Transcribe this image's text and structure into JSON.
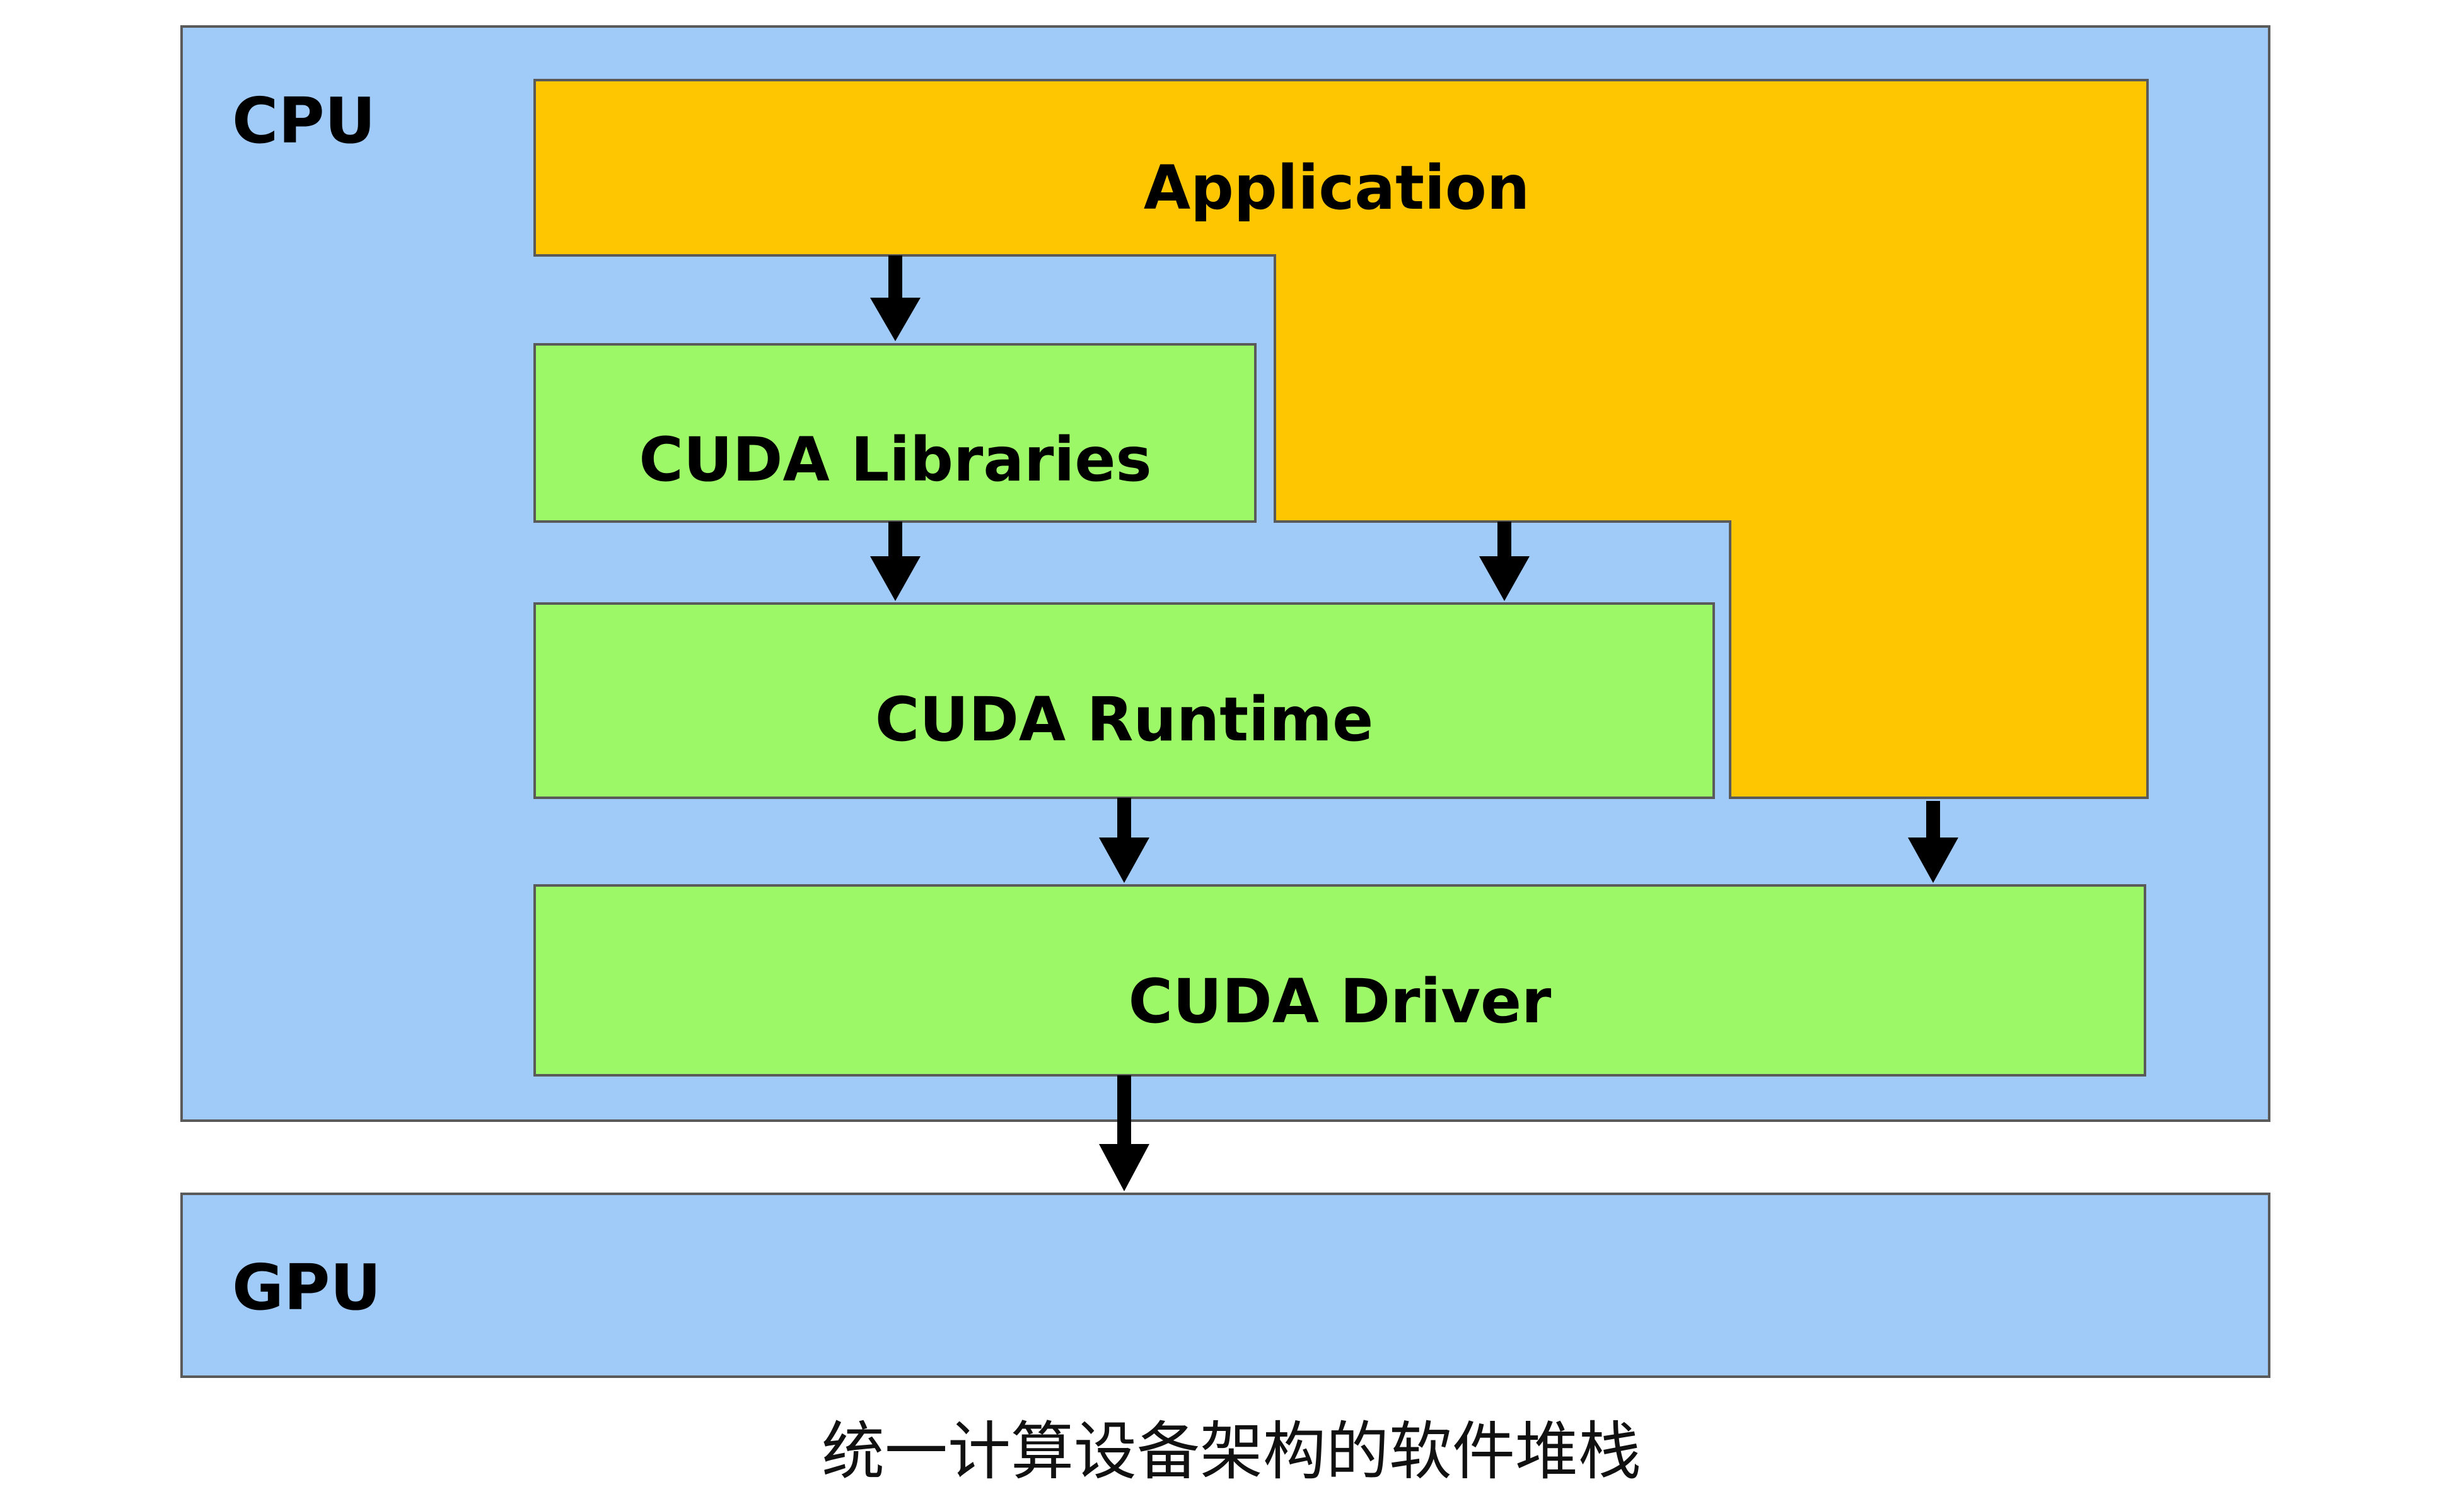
{
  "labels": {
    "cpu": "CPU",
    "gpu": "GPU",
    "application": "Application",
    "cuda_libraries": "CUDA Libraries",
    "cuda_runtime": "CUDA Runtime",
    "cuda_driver": "CUDA Driver"
  },
  "caption": "统一计算设备架构的软件堆栈",
  "colors": {
    "host_region": "#a0caf8",
    "application": "#fdc600",
    "cuda_layer": "#9cf866",
    "outline": "#5a5a5a",
    "arrow": "#000000"
  }
}
